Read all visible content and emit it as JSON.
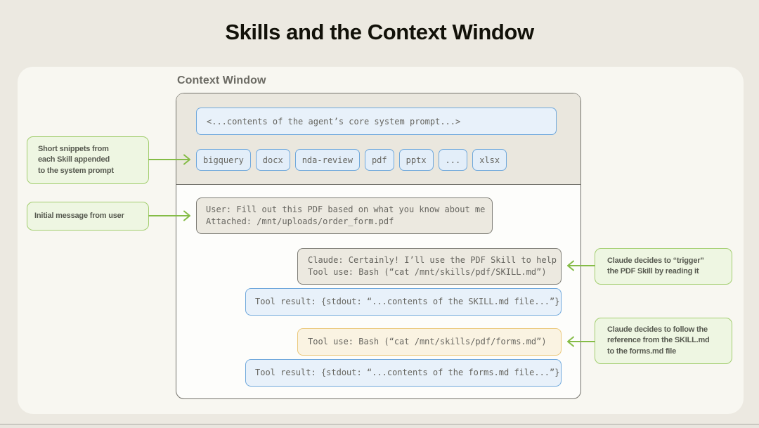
{
  "title": "Skills and the Context Window",
  "context_window": {
    "label": "Context Window",
    "system_prompt": "<...contents of the agent’s core system prompt...>",
    "skills": [
      "bigquery",
      "docx",
      "nda-review",
      "pdf",
      "pptx",
      "...",
      "xlsx"
    ],
    "user_message": {
      "lines": [
        "User: Fill out this PDF based on what you know about me",
        "Attached: /mnt/uploads/order_form.pdf"
      ]
    },
    "claude_message": {
      "lines": [
        "Claude: Certainly! I’ll use the PDF Skill to help",
        "Tool use: Bash (“cat /mnt/skills/pdf/SKILL.md”)"
      ]
    },
    "tool_result_skill": {
      "lines": [
        "Tool result: {stdout: “...contents of the SKILL.md file...”}"
      ]
    },
    "tool_use_forms": {
      "lines": [
        "Tool use: Bash (“cat /mnt/skills/pdf/forms.md”)"
      ]
    },
    "tool_result_forms": {
      "lines": [
        "Tool result: {stdout: “...contents of the forms.md file...”}"
      ]
    }
  },
  "callouts": {
    "skills_snippets": {
      "lines": [
        "Short snippets from",
        "each Skill appended",
        "to the system prompt"
      ]
    },
    "initial_message": {
      "lines": [
        "Initial message from user"
      ]
    },
    "trigger_skill": {
      "lines": [
        "Claude decides to “trigger”",
        "the PDF Skill by reading it"
      ]
    },
    "follow_reference": {
      "lines": [
        "Claude decides to follow the",
        "reference from the SKILL.md",
        "to the forms.md file"
      ]
    }
  },
  "colors": {
    "background": "#ECE9E1",
    "card": "#F8F7F1",
    "context-border": "#73726B",
    "context-top": "#EAE7DE",
    "context-bottom": "#FDFDFB",
    "blue-border": "#6FA8DC",
    "blue-fill": "#E8F1FA",
    "chip-fill": "#E3EEF9",
    "gray-border": "#7D7C75",
    "gray-fill": "#ECE9E0",
    "orange-border": "#EBC87B",
    "orange-fill": "#FAF3E2",
    "green-border": "#A3CE70",
    "green-fill": "#EEF6E2",
    "arrow-green": "#85BC47",
    "mono-text": "#66655F",
    "callout-text": "#575A50",
    "title-text": "#121109",
    "label-text": "#6C6B64"
  }
}
